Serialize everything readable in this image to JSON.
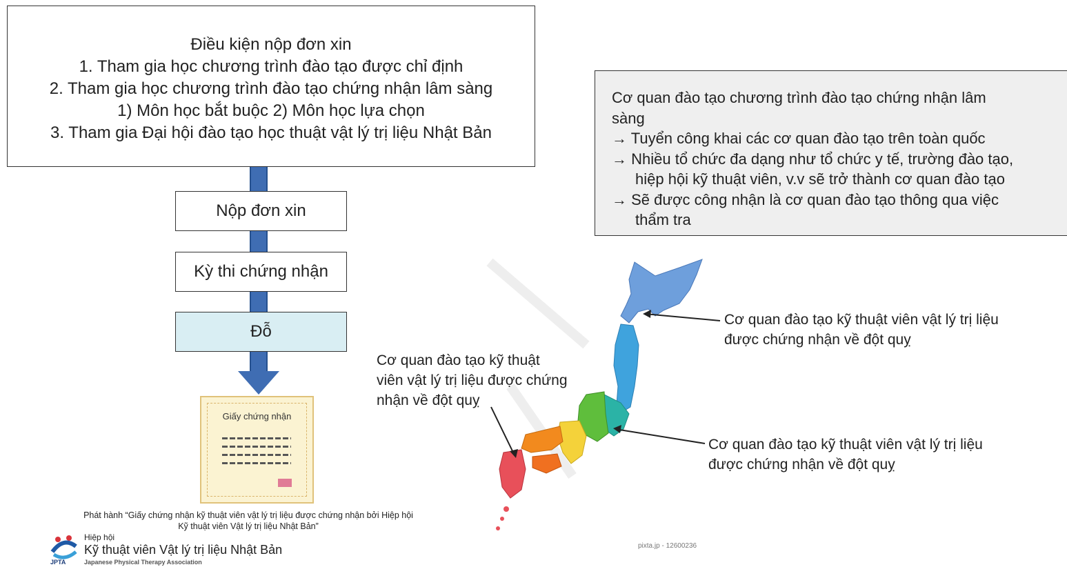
{
  "conditions": {
    "title": "Điều kiện nộp đơn xin",
    "line1": "1. Tham gia học chương trình đào tạo được chỉ định",
    "line2": "2. Tham gia học chương trình đào tạo chứng nhận lâm sàng",
    "line3": "1) Môn học bắt buộc  2) Môn học lựa chọn",
    "line4": "3. Tham gia Đại hội đào tạo học thuật vật lý trị liệu Nhật Bản"
  },
  "flow": {
    "apply": "Nộp đơn xin",
    "exam": "Kỳ thi chứng nhận",
    "pass": "Đỗ"
  },
  "certificate": {
    "title": "Giấy chứng nhận",
    "issued_line1": "Phát hành “Giấy chứng nhận kỹ thuật viên vật lý trị liệu được chứng nhận bởi Hiệp hội",
    "issued_line2": "Kỹ thuật viên Vật lý trị liệu Nhật Bản”"
  },
  "logo": {
    "small": "Hiệp hội",
    "name": "Kỹ thuật viên Vật lý trị liệu Nhật Bản",
    "abbr": "JPTA",
    "english": "Japanese Physical Therapy Association"
  },
  "org_box": {
    "line1": "Cơ quan đào tạo chương trình đào tạo chứng nhận lâm",
    "line2": "sàng",
    "line3": "→ Tuyển công khai các cơ quan đào tạo trên toàn quốc",
    "line4": "→ Nhiều tổ chức đa dạng như tổ chức y tế, trường đào tạo,",
    "line5": "hiệp hội kỹ thuật viên, v.v sẽ trở thành cơ quan đào tạo",
    "line6": "→ Sẽ được công nhận là cơ quan đào tạo thông qua việc",
    "line7": "thẩm tra"
  },
  "map_labels": {
    "north_1": "Cơ quan đào tạo kỹ thuật viên vật lý trị liệu",
    "north_2": "được chứng nhận về đột quỵ",
    "east_1": "Cơ quan đào tạo kỹ thuật viên vật lý trị liệu",
    "east_2": "được chứng nhận về đột quỵ",
    "west_1": "Cơ quan đào tạo kỹ thuật",
    "west_2": "viên vật lý trị liệu được chứng",
    "west_3": "nhận về đột quỵ",
    "credit": "pixta.jp - 12600236"
  }
}
